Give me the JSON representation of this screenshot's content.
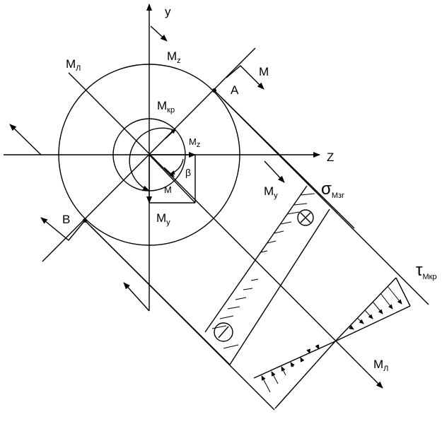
{
  "diagram": {
    "axis_y": "y",
    "axis_z": "Z",
    "moments": {
      "M_l": {
        "base": "М",
        "sub": "Л"
      },
      "M_l_bottom": {
        "base": "М",
        "sub": "Л"
      },
      "Mz_top": {
        "base": "M",
        "sub": "z"
      },
      "Mz_inner": {
        "base": "M",
        "sub": "z"
      },
      "M_top_right": "M",
      "M_kr": {
        "base": "M",
        "sub": "кр"
      },
      "My_right": {
        "base": "M",
        "sub": "y"
      },
      "My_bottom": {
        "base": "M",
        "sub": "y"
      },
      "M_inner": "M"
    },
    "points": {
      "A": "A",
      "B": "B"
    },
    "angle": "β",
    "sigma": {
      "base": "σ",
      "sub": "Мзг"
    },
    "tau": {
      "base": "τ",
      "sub": "Мкр"
    },
    "sign_plus": "⊗",
    "sign_minus": "/"
  }
}
